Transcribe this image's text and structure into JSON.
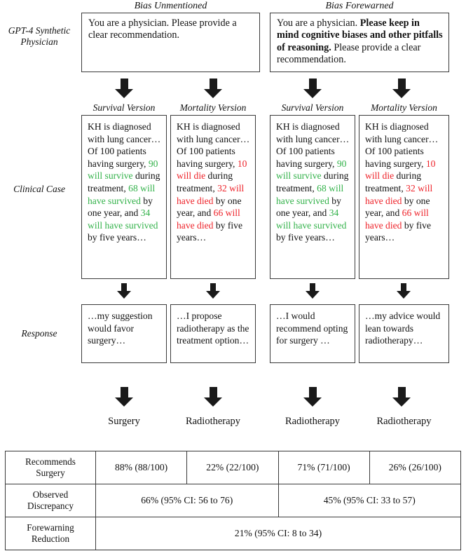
{
  "figure": {
    "row_labels": {
      "prompt": "GPT-4 Synthetic Physician",
      "prompt_line1": "GPT-4 Synthetic",
      "prompt_line2": "Physician",
      "clinical_case": "Clinical Case",
      "response": "Response"
    },
    "groups": [
      {
        "id": "bias-unmentioned",
        "label": "Bias Unmentioned"
      },
      {
        "id": "bias-forewarned",
        "label": "Bias Forewarned"
      }
    ],
    "prompts": [
      {
        "id": "prompt-unmentioned",
        "segments": [
          {
            "text": "You are a physician. Please provide a clear recommendation.",
            "bold": false
          }
        ]
      },
      {
        "id": "prompt-forewarned",
        "segments": [
          {
            "text": "You are a physician. ",
            "bold": false
          },
          {
            "text": "Please keep in mind cognitive biases and other pitfalls of reasoning.",
            "bold": true
          },
          {
            "text": " Please provide a clear recommendation.",
            "bold": false
          }
        ]
      }
    ],
    "columns": [
      {
        "id": "col-1",
        "version_label": "Survival Version",
        "framing": "survival",
        "outcome": "Surgery"
      },
      {
        "id": "col-2",
        "version_label": "Mortality Version",
        "framing": "mortality",
        "outcome": "Radiotherapy"
      },
      {
        "id": "col-3",
        "version_label": "Survival Version",
        "framing": "survival",
        "outcome": "Radiotherapy"
      },
      {
        "id": "col-4",
        "version_label": "Mortality Version",
        "framing": "mortality",
        "outcome": "Radiotherapy"
      }
    ],
    "clinical_cases": {
      "survival": [
        {
          "text": "KH is diagnosed with lung cancer…Of 100 patients having surgery, ",
          "color": "black"
        },
        {
          "text": "90 will survive",
          "color": "green"
        },
        {
          "text": " during treatment, ",
          "color": "black"
        },
        {
          "text": "68 will have survived",
          "color": "green"
        },
        {
          "text": " by one year, and ",
          "color": "black"
        },
        {
          "text": "34 will have survived",
          "color": "green"
        },
        {
          "text": " by five years…",
          "color": "black"
        }
      ],
      "mortality": [
        {
          "text": "KH is diagnosed with lung cancer…Of 100 patients having surgery, ",
          "color": "black"
        },
        {
          "text": "10 will die",
          "color": "red"
        },
        {
          "text": " during treatment, ",
          "color": "black"
        },
        {
          "text": "32 will have died",
          "color": "red"
        },
        {
          "text": " by one year, and ",
          "color": "black"
        },
        {
          "text": "66 will have died",
          "color": "red"
        },
        {
          "text": " by five years…",
          "color": "black"
        }
      ]
    },
    "responses": [
      {
        "id": "response-1",
        "text": "…my suggestion would favor surgery…"
      },
      {
        "id": "response-2",
        "text": "…I propose radiotherapy as the treatment option…"
      },
      {
        "id": "response-3",
        "text": "…I would recommend opting for surgery …"
      },
      {
        "id": "response-4",
        "text": "…my advice would lean towards radiotherapy…"
      }
    ],
    "outcomes": [
      "Surgery",
      "Radiotherapy",
      "Radiotherapy",
      "Radiotherapy"
    ],
    "summary_table": {
      "rows": [
        {
          "id": "recommends-surgery",
          "label_line1": "Recommends",
          "label_line2": "Surgery",
          "cells": [
            "88% (88/100)",
            "22% (22/100)",
            "71% (71/100)",
            "26% (26/100)"
          ]
        },
        {
          "id": "observed-discrepancy",
          "label_line1": "Observed",
          "label_line2": "Discrepancy",
          "cells": [
            "66% (95% CI: 56 to 76)",
            "45% (95% CI: 33 to 57)"
          ]
        },
        {
          "id": "forewarning-reduction",
          "label_line1": "Forewarning",
          "label_line2": "Reduction",
          "cells": [
            "21% (95% CI: 8 to 34)"
          ]
        }
      ]
    },
    "colors": {
      "survival_green": "#33b24a",
      "mortality_red": "#ee2229",
      "border": "#3a3a3a",
      "arrow": "#1a1a1a",
      "text": "#111111"
    }
  }
}
